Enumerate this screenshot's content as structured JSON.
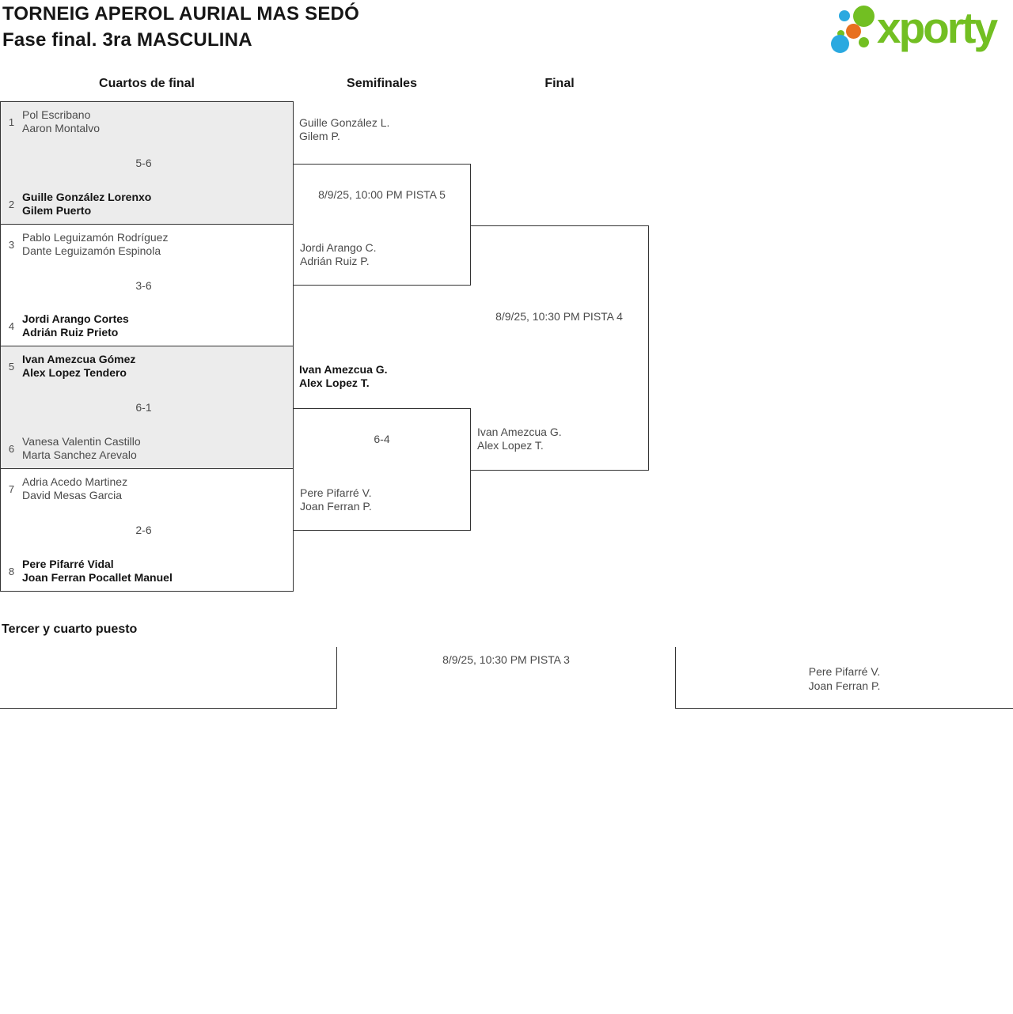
{
  "header": {
    "title_line1": "TORNEIG APEROL AURIAL MAS SEDÓ",
    "title_line2": "Fase final. 3ra MASCULINA"
  },
  "logo": {
    "text": "xporty",
    "colors": {
      "green": "#72bf22",
      "blue": "#2aa9e0",
      "orange": "#e8701f"
    }
  },
  "columns": {
    "quarterfinals": "Cuartos de final",
    "semifinals": "Semifinales",
    "final": "Final"
  },
  "quarterfinals": [
    {
      "seed_top": "1",
      "team_top": [
        "Pol Escribano",
        "Aaron Montalvo"
      ],
      "top_winner": false,
      "score": "5-6",
      "seed_bottom": "2",
      "team_bottom": [
        "Guille González Lorenxo",
        "Gilem Puerto"
      ],
      "bottom_winner": true,
      "shaded": true
    },
    {
      "seed_top": "3",
      "team_top": [
        "Pablo Leguizamón Rodríguez",
        "Dante Leguizamón Espinola"
      ],
      "top_winner": false,
      "score": "3-6",
      "seed_bottom": "4",
      "team_bottom": [
        "Jordi Arango Cortes",
        "Adrián Ruiz Prieto"
      ],
      "bottom_winner": true,
      "shaded": false
    },
    {
      "seed_top": "5",
      "team_top": [
        "Ivan Amezcua Gómez",
        "Alex Lopez Tendero"
      ],
      "top_winner": true,
      "score": "6-1",
      "seed_bottom": "6",
      "team_bottom": [
        "Vanesa Valentin Castillo",
        "Marta Sanchez Arevalo"
      ],
      "bottom_winner": false,
      "shaded": true
    },
    {
      "seed_top": "7",
      "team_top": [
        "Adria Acedo Martinez",
        "David Mesas Garcia"
      ],
      "top_winner": false,
      "score": "2-6",
      "seed_bottom": "8",
      "team_bottom": [
        "Pere Pifarré Vidal",
        "Joan Ferran Pocallet Manuel"
      ],
      "bottom_winner": true,
      "shaded": false
    }
  ],
  "semifinals": [
    {
      "team_top": [
        "Guille González L.",
        "Gilem P."
      ],
      "top_winner": false,
      "info": "8/9/25, 10:00 PM PISTA 5",
      "team_bottom": [
        "Jordi Arango C.",
        "Adrián Ruiz P."
      ],
      "bottom_winner": false
    },
    {
      "team_top": [
        "Ivan Amezcua G.",
        "Alex Lopez T."
      ],
      "top_winner": true,
      "info": "6-4",
      "team_bottom": [
        "Pere Pifarré V.",
        "Joan Ferran P."
      ],
      "bottom_winner": false
    }
  ],
  "final": {
    "info": "8/9/25, 10:30 PM PISTA 4",
    "team": [
      "Ivan Amezcua G.",
      "Alex Lopez T."
    ]
  },
  "third_place": {
    "heading": "Tercer y cuarto puesto",
    "info": "8/9/25, 10:30 PM PISTA 3",
    "team": [
      "Pere Pifarré V.",
      "Joan Ferran P."
    ]
  }
}
